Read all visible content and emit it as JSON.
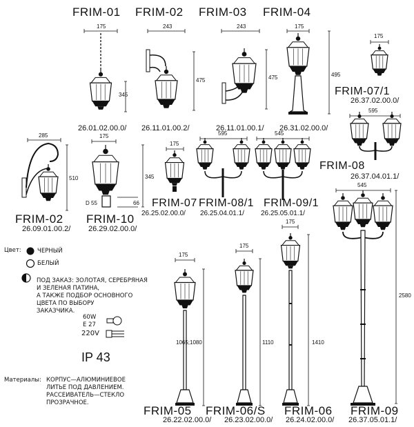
{
  "top_titles": [
    "FRIM-01",
    "FRIM-02",
    "FRIM-03",
    "FRIM-04"
  ],
  "models": {
    "frim01": {
      "code": "26.01.02.00.0/",
      "width": "175",
      "height": "345"
    },
    "frim02top": {
      "code": "26.11.01.00.2/",
      "width": "243",
      "height": "475"
    },
    "frim03": {
      "code": "26.11.01.00.1/",
      "width": "243",
      "height": "475"
    },
    "frim04": {
      "code": "26.31.02.00.0/",
      "width": "175",
      "height": "495"
    },
    "frim07_1": {
      "title": "FRIM-07/1",
      "code": "26.37.02.00.0/",
      "width": "175"
    },
    "frim08": {
      "title": "FRIM-08",
      "code": "26.37.04.01.1/",
      "width": "595"
    },
    "frim02": {
      "title": "FRIM-02",
      "code": "26.09.01.00.2/",
      "width": "285",
      "height": "510"
    },
    "frim10": {
      "title": "FRIM-10",
      "code": "26.29.02.00.0/",
      "width": "175",
      "height": "345",
      "base_d": "D 55",
      "base_h": "66"
    },
    "frim07": {
      "title": "FRIM-07",
      "code": "26.25.02.00.0/",
      "width": "175"
    },
    "frim08_1": {
      "title": "FRIM-08/1",
      "code": "26.25.04.01.1/",
      "width": "595"
    },
    "frim09_1": {
      "title": "FRIM-09/1",
      "code": "26.25.05.01.1/",
      "width": "545"
    },
    "frim05": {
      "title": "FRIM-05",
      "code": "26.22.02.00.0/",
      "width": "175",
      "height": "1065;1080"
    },
    "frim06s": {
      "title": "FRIM-06/S",
      "code": "26.23.02.00.0/",
      "width": "175",
      "height": "1110"
    },
    "frim06": {
      "title": "FRIM-06",
      "code": "26.24.02.00.0/",
      "width": "175",
      "height": "1410"
    },
    "frim09": {
      "title": "FRIM-09",
      "code": "26.37.05.01.1/",
      "width": "545",
      "height": "2580"
    }
  },
  "legend": {
    "color_label": "Цвет:",
    "black": "ЧЕРНЫЙ",
    "white": "БЕЛЫЙ",
    "order_lines": [
      "ПОД ЗАКАЗ: ЗОЛОТАЯ, СЕРЕБРЯНАЯ",
      "И ЗЕЛЕНАЯ ПАТИНА,",
      "А ТАКЖЕ ПОДБОР ОСНОВНОГО",
      "ЦВЕТА ПО ВЫБОРУ",
      "ЗАКАЗЧИКА."
    ],
    "bulb1_power": "60W",
    "bulb1_socket": "E 27",
    "bulb2_voltage": "220V",
    "ip": "IP 43",
    "materials_label": "Материалы:",
    "materials_lines": [
      "КОРПУС—АЛЮМИНИЕВОЕ",
      "ЛИТЬЕ ПОД ДАВЛЕНИЕМ.",
      "РАССЕИВАТЕЛЬ—СТЕКЛО",
      "ПРОЗРАЧНОЕ."
    ]
  }
}
